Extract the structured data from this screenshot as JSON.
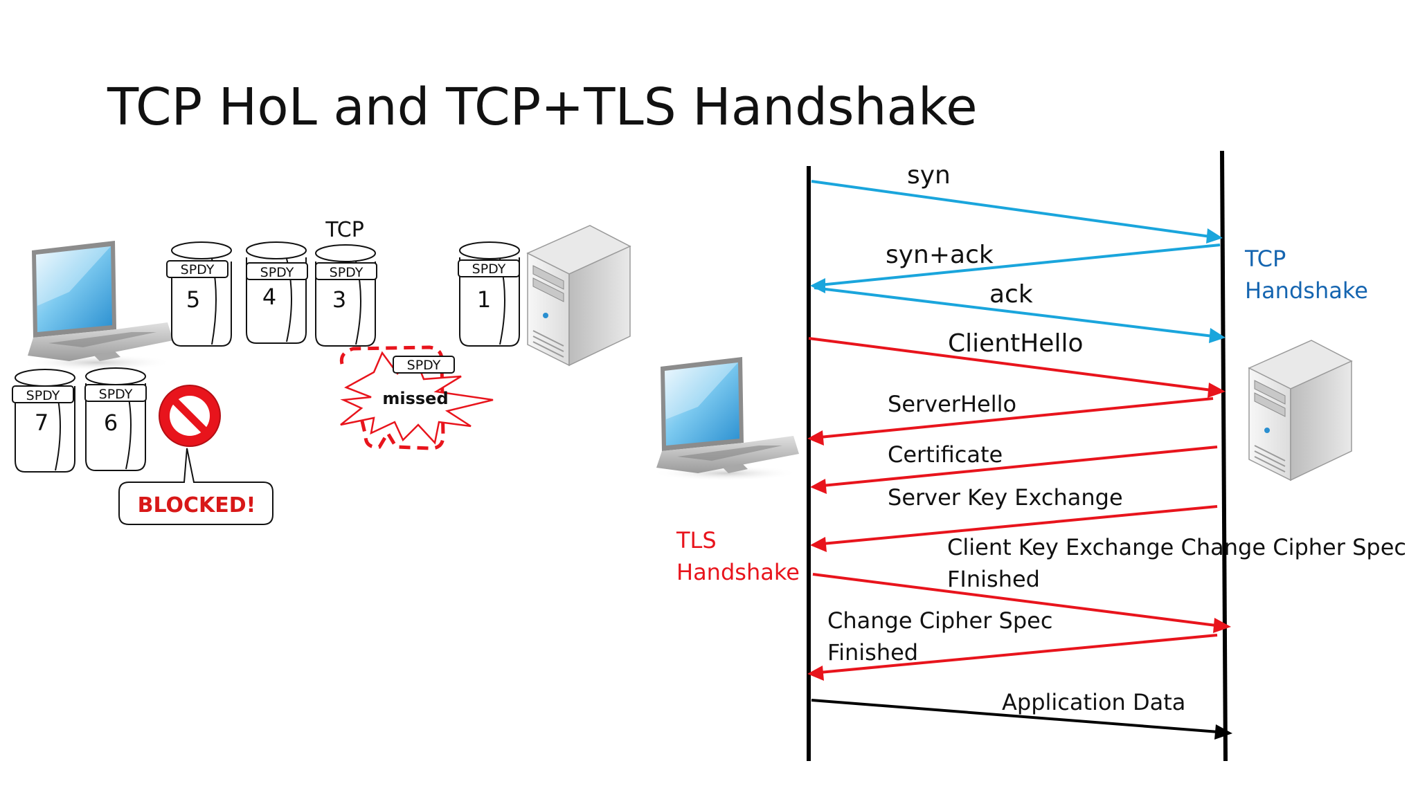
{
  "title": "TCP HoL and TCP+TLS Handshake",
  "hol": {
    "tcp_label": "TCP",
    "packet_tag": "SPDY",
    "packets_in_flight": [
      "5",
      "4",
      "3"
    ],
    "packet_at_server": "1",
    "packets_waiting": [
      "7",
      "6"
    ],
    "missed_packet_tag": "SPDY",
    "missed_label": "missed",
    "blocked_label": "BLOCKED!"
  },
  "handshake": {
    "tcp_group_label": [
      "TCP",
      "Handshake"
    ],
    "tls_group_label": [
      "TLS",
      "Handshake"
    ],
    "messages": {
      "syn": "syn",
      "syn_ack": "syn+ack",
      "ack": "ack",
      "client_hello": "ClientHello",
      "server_hello": "ServerHello",
      "certificate": "Certificate",
      "server_key_exchange": "Server Key Exchange",
      "client_key_exchange": "Client Key Exchange Change Cipher Spec",
      "client_finished": "FInished",
      "server_change_cipher": "Change Cipher Spec",
      "server_finished": "Finished",
      "application_data": "Application Data"
    }
  },
  "colors": {
    "tcp": "#1aa5dc",
    "tcp_label": "#1565b0",
    "tls": "#e8141c",
    "data": "#000000",
    "blocked": "#d81818"
  },
  "icons": [
    "laptop-icon",
    "server-icon",
    "no-entry-icon",
    "explosion-icon"
  ]
}
